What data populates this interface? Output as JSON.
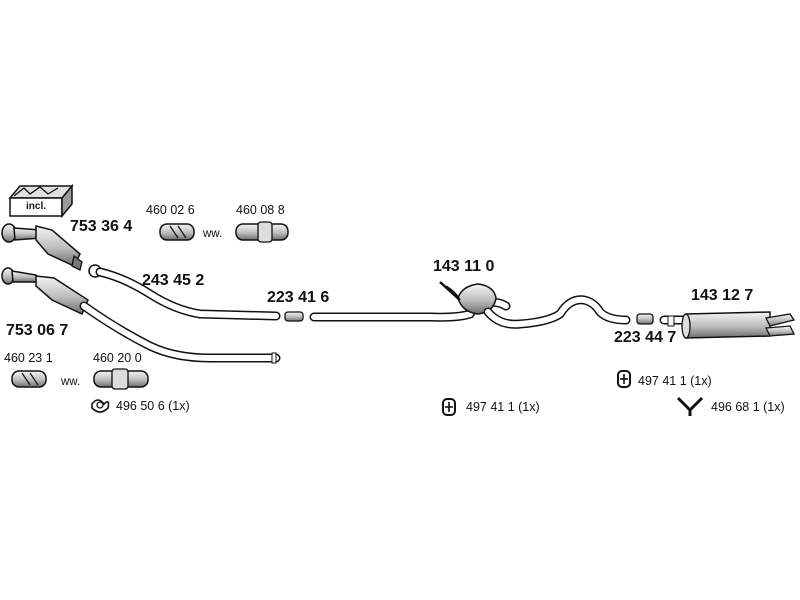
{
  "box_label": "incl.",
  "parts": {
    "cat_upper": "753 36 4",
    "cat_lower": "753 06 7",
    "clamp_a": "460 02 6",
    "clamp_b": "460 08 8",
    "clamp_c": "460 23 1",
    "clamp_d": "460 20 0",
    "front_pipe": "243 45 2",
    "middle_pipe": "223 41 6",
    "center_muffler": "143 11 0",
    "connector": "223 44 7",
    "rear_muffler": "143 12 7"
  },
  "ww": "ww.",
  "mounts": {
    "gasket": "496 50 6 (1x)",
    "hanger_center": "497 41 1 (1x)",
    "hanger_rear": "497 41 1 (1x)",
    "hanger_y": "496 68 1 (1x)"
  }
}
